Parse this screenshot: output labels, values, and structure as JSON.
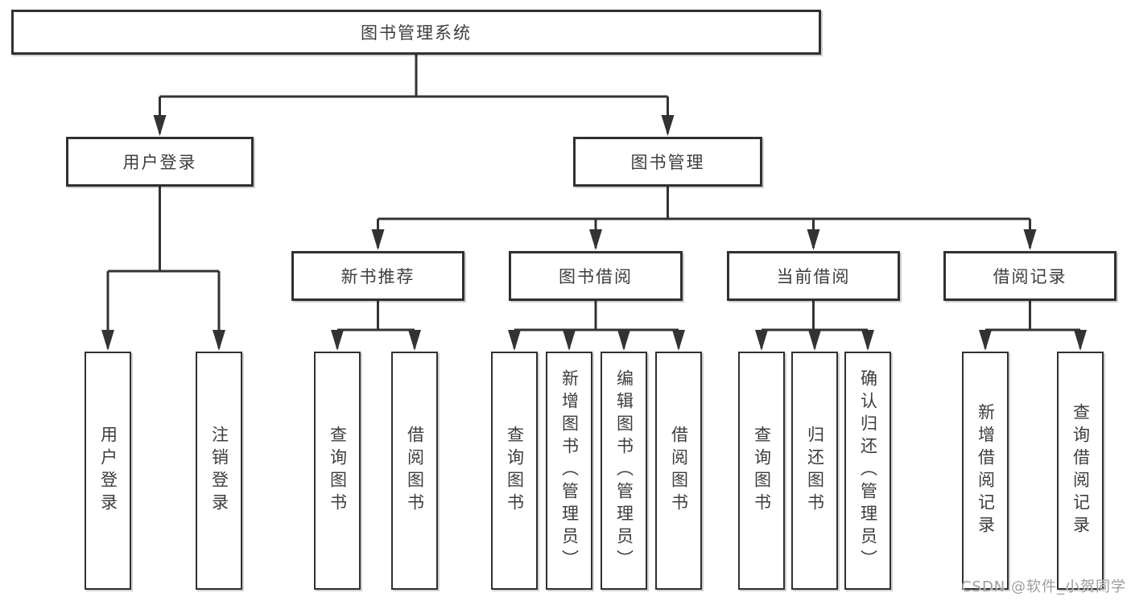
{
  "page": {
    "background_color": "#ffffff",
    "line_color": "#333333",
    "box_border_color": "#303030",
    "text_color": "#3d3d3d",
    "watermark_color": "#9c9c9c",
    "watermark": "CSDN @软件_小贺同学"
  },
  "tree": {
    "root": {
      "label": "图书管理系统",
      "children": [
        {
          "label": "用户登录",
          "children": [
            {
              "label": "用户登录"
            },
            {
              "label": "注销登录"
            }
          ]
        },
        {
          "label": "图书管理",
          "children": [
            {
              "label": "新书推荐",
              "children": [
                {
                  "label": "查询图书"
                },
                {
                  "label": "借阅图书"
                }
              ]
            },
            {
              "label": "图书借阅",
              "children": [
                {
                  "label": "查询图书"
                },
                {
                  "label": "新增图书（管理员）"
                },
                {
                  "label": "编辑图书（管理员）"
                },
                {
                  "label": "借阅图书"
                }
              ]
            },
            {
              "label": "当前借阅",
              "children": [
                {
                  "label": "查询图书"
                },
                {
                  "label": "归还图书"
                },
                {
                  "label": "确认归还（管理员）"
                }
              ]
            },
            {
              "label": "借阅记录",
              "children": [
                {
                  "label": "新增借阅记录"
                },
                {
                  "label": "查询借阅记录"
                }
              ]
            }
          ]
        }
      ]
    }
  }
}
